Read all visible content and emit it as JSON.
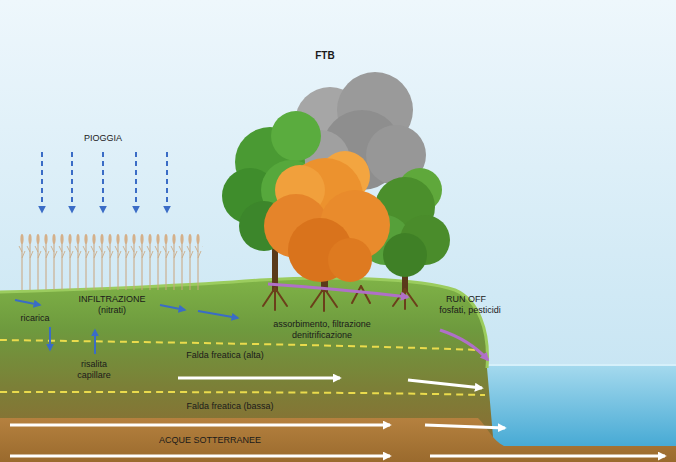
{
  "diagram": {
    "labels": [
      "FTB",
      "PIOGGIA",
      "INFILTRAZIONE (nitrati)",
      "ricarica",
      "risalita capillare",
      "assorbimento, filtrazione denitrificazione",
      "RUN OFF",
      "fosfati, pesticidi",
      "Falda freatica (alta)",
      "Falda freatica (bassa)",
      "ACQUE SOTTERRANEE"
    ]
  }
}
